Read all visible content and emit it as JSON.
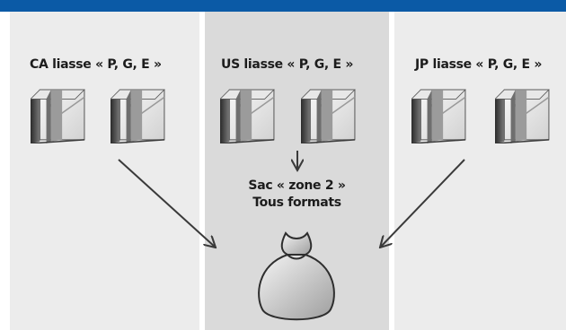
{
  "zones": {
    "ca": {
      "label": "CA liasse « P, G, E »"
    },
    "us": {
      "label": "US liasse « P, G, E »"
    },
    "jp": {
      "label": "JP liasse « P, G, E »"
    }
  },
  "bag": {
    "line1": "Sac « zone 2 »",
    "line2": "Tous formats"
  },
  "colors": {
    "topbar": "#0b5aa6",
    "column_side": "#ececec",
    "column_middle": "#dadada",
    "arrow": "#3a3a3a"
  }
}
